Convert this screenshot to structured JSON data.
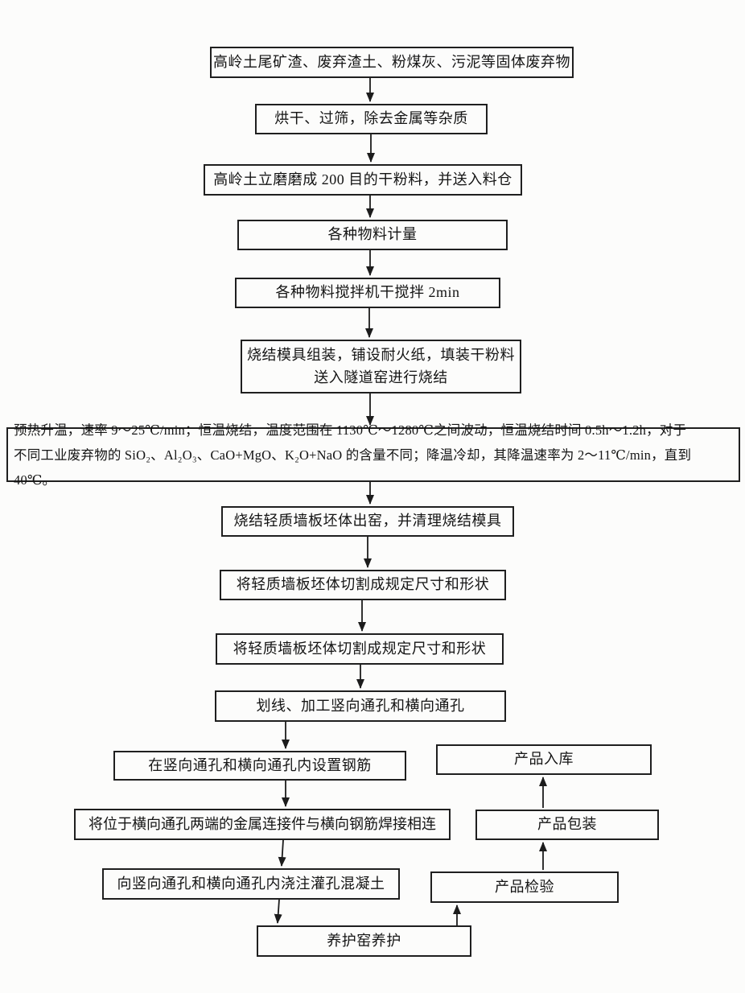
{
  "figure": {
    "type": "flowchart",
    "description": "Production process flowchart for sintered lightweight wallboard made from solid wastes",
    "ink_color": "#1c1c1c",
    "paper_color": "#fcfcfb"
  },
  "nodes": {
    "n1": {
      "text": "高岭土尾矿渣、废弃渣土、粉煤灰、污泥等固体废弃物"
    },
    "n2": {
      "text": "烘干、过筛，除去金属等杂质"
    },
    "n3": {
      "text": "高岭土立磨磨成 200 目的干粉料，并送入料仓"
    },
    "n4": {
      "text": "各种物料计量"
    },
    "n5": {
      "text": "各种物料搅拌机干搅拌 2min"
    },
    "n6": {
      "text": "烧结模具组装，铺设耐火纸，填装干粉料\n送入隧道窑进行烧结"
    },
    "n7": {
      "text": "预热升温，速率 9～25℃/min；恒温烧结，温度范围在 1130℃～1280℃之间波动，恒温烧结时间 0.5h～1.2h，对于\n不同工业废弃物的 SiO₂、Al₂O₃、CaO+MgO、K₂O+NaO 的含量不同；降温冷却，其降温速率为 2～11℃/min，直到 40℃。"
    },
    "n8": {
      "text": "烧结轻质墙板坯体出窑，并清理烧结模具"
    },
    "n9": {
      "text": "将轻质墙板坯体切割成规定尺寸和形状"
    },
    "n10": {
      "text": "将轻质墙板坯体切割成规定尺寸和形状"
    },
    "n11": {
      "text": "划线、加工竖向通孔和横向通孔"
    },
    "n12": {
      "text": "在竖向通孔和横向通孔内设置钢筋"
    },
    "n13": {
      "text": "将位于横向通孔两端的金属连接件与横向钢筋焊接相连"
    },
    "n14": {
      "text": "向竖向通孔和横向通孔内浇注灌孔混凝土"
    },
    "n15": {
      "text": "养护窑养护"
    },
    "r1": {
      "text": "产品入库"
    },
    "r2": {
      "text": "产品包装"
    },
    "r3": {
      "text": "产品检验"
    }
  },
  "edges": [
    {
      "from": "n1",
      "to": "n2"
    },
    {
      "from": "n2",
      "to": "n3"
    },
    {
      "from": "n3",
      "to": "n4"
    },
    {
      "from": "n4",
      "to": "n5"
    },
    {
      "from": "n5",
      "to": "n6"
    },
    {
      "from": "n6",
      "to": "n7"
    },
    {
      "from": "n7",
      "to": "n8"
    },
    {
      "from": "n8",
      "to": "n9"
    },
    {
      "from": "n9",
      "to": "n10"
    },
    {
      "from": "n10",
      "to": "n11"
    },
    {
      "from": "n11",
      "to": "n12"
    },
    {
      "from": "n12",
      "to": "n13"
    },
    {
      "from": "n13",
      "to": "n14"
    },
    {
      "from": "n14",
      "to": "n15"
    },
    {
      "from": "n15",
      "to": "r3"
    },
    {
      "from": "r3",
      "to": "r2"
    },
    {
      "from": "r2",
      "to": "r1"
    }
  ]
}
